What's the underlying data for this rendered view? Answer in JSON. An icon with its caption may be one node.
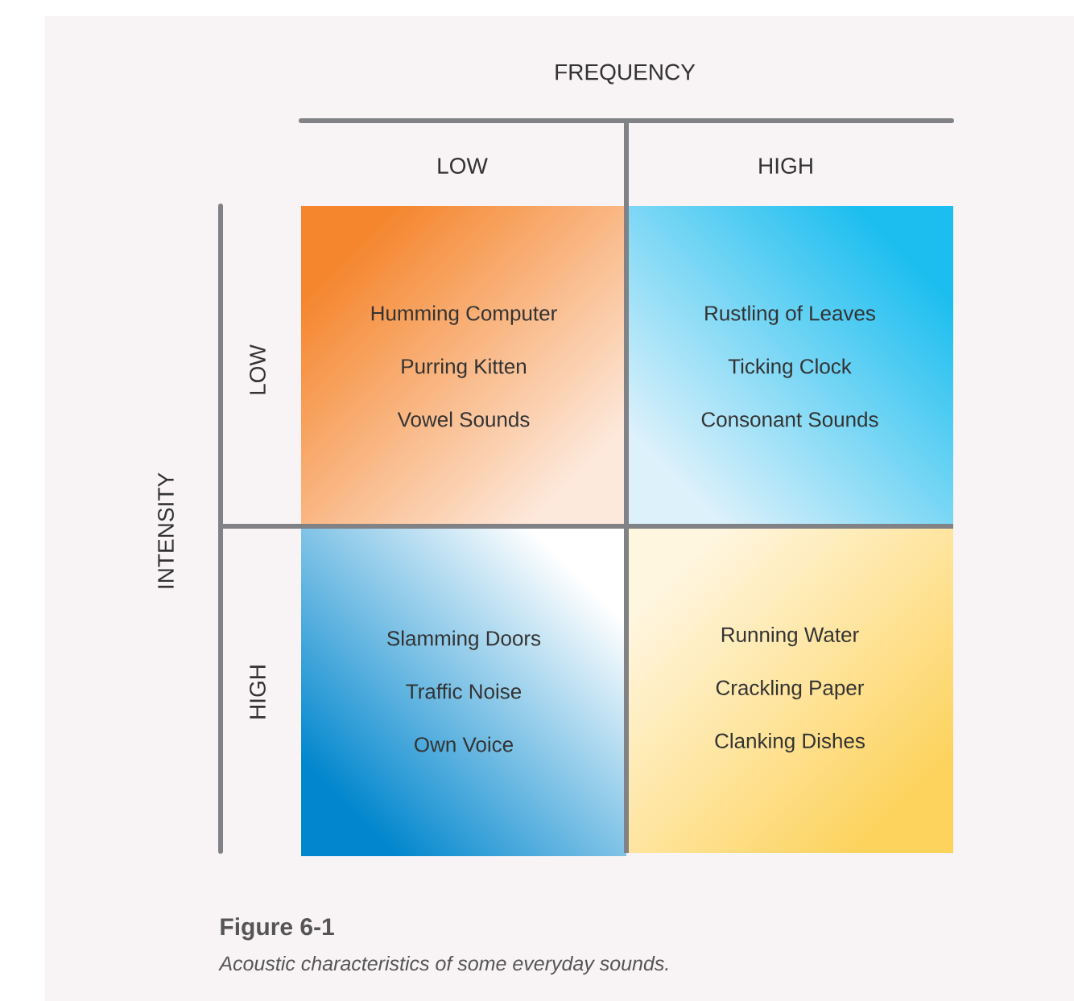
{
  "diagram": {
    "title": "Figure 6-1",
    "caption": "Acoustic characteristics of some everyday sounds.",
    "nodes": [
      {
        "text": [
          "Humming Computer",
          "Purring Kitten",
          "Vowel Sounds"
        ]
      },
      {
        "text": [
          "Rustling of Leaves",
          "Ticking Clock",
          "Consonant Sounds"
        ]
      },
      {
        "text": [
          "Slamming Doors",
          "Traffic Noise",
          "Own Voice"
        ]
      },
      {
        "text": [
          "Running Water",
          "Crackling Paper",
          "Clanking Dishes"
        ]
      }
    ],
    "labels": [
      "FREQUENCY",
      "LOW",
      "HIGH",
      "INTENSITY",
      "LOW",
      "HIGH"
    ]
  }
}
